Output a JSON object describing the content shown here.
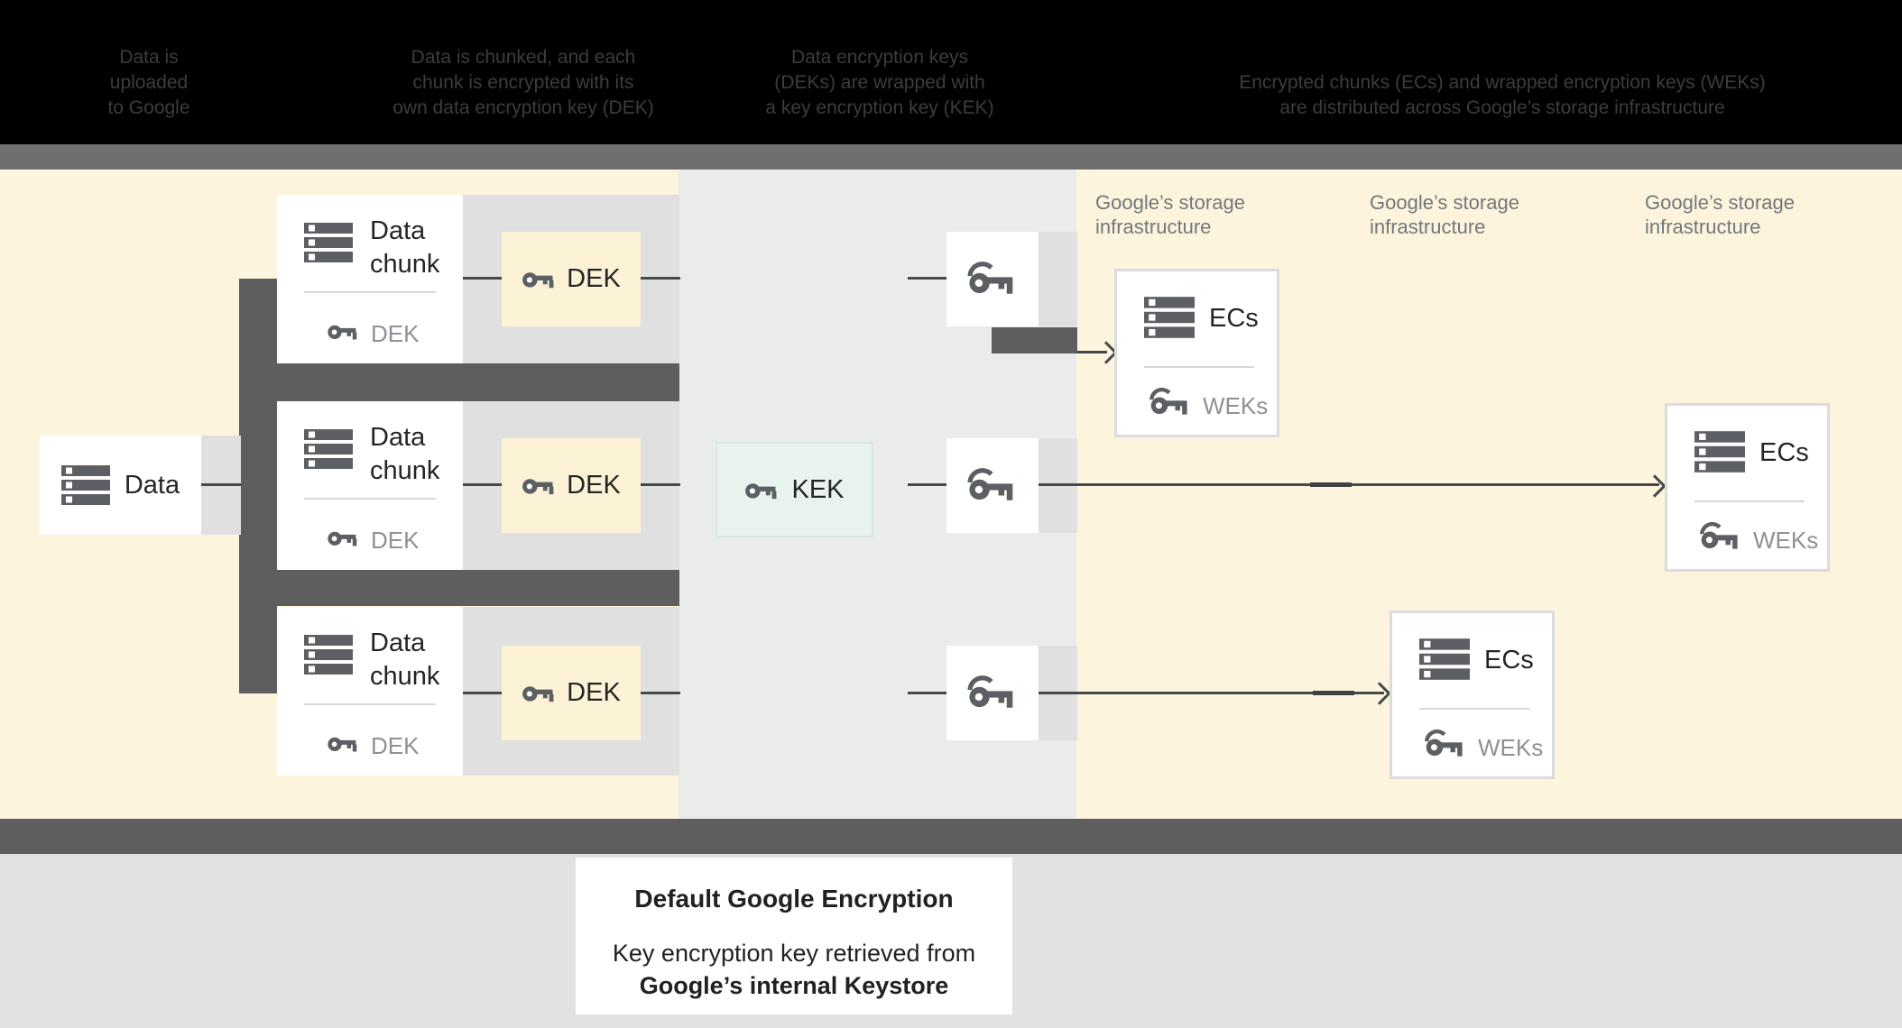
{
  "header": {
    "steps": [
      {
        "lines": [
          "Data is",
          "uploaded",
          "to Google"
        ]
      },
      {
        "lines": [
          "Data is chunked, and each",
          "chunk is encrypted with its",
          "own data encryption key (DEK)"
        ]
      },
      {
        "lines": [
          "Data encryption keys",
          "(DEKs) are wrapped with",
          "a key encryption key (KEK)"
        ]
      },
      {
        "lines": [
          "Encrypted chunks (ECs) and wrapped encryption keys (WEKs)",
          "are distributed across Google’s storage infrastructure"
        ]
      }
    ]
  },
  "diagram": {
    "data_box": {
      "label": "Data"
    },
    "chunks": [
      {
        "title_line1": "Data",
        "title_line2": "chunk",
        "key_label": "DEK"
      },
      {
        "title_line1": "Data",
        "title_line2": "chunk",
        "key_label": "DEK"
      },
      {
        "title_line1": "Data",
        "title_line2": "chunk",
        "key_label": "DEK"
      }
    ],
    "dek_boxes": [
      {
        "label": "DEK"
      },
      {
        "label": "DEK"
      },
      {
        "label": "DEK"
      }
    ],
    "kek_box": {
      "label": "KEK"
    },
    "storage_labels": [
      {
        "line1": "Google’s storage",
        "line2": "infrastructure"
      },
      {
        "line1": "Google’s storage",
        "line2": "infrastructure"
      },
      {
        "line1": "Google’s storage",
        "line2": "infrastructure"
      }
    ],
    "ecs_boxes": [
      {
        "label": "ECs",
        "key_label": "WEKs"
      },
      {
        "label": "ECs",
        "key_label": "WEKs"
      },
      {
        "label": "ECs",
        "key_label": "WEKs"
      }
    ]
  },
  "caption": {
    "title": "Default Google Encryption",
    "line1": "Key encryption key retrieved from",
    "line2": "Google’s internal Keystore"
  },
  "colors": {
    "header_bg": "#000000",
    "top_strip": "#6f6f6f",
    "cream_bg": "#fcf4dc",
    "middle_band": "#e9eceb",
    "dark_structure": "#5e5e5e",
    "gray_band": "#e0e0e0",
    "kek_fill": "#e7f3ec",
    "dek_fill": "#fcf2d5",
    "ecs_border": "#dadcde",
    "icon_dark": "#5c5f63",
    "muted_text": "#8e9296",
    "bottom_bg": "#e2e2e2"
  }
}
